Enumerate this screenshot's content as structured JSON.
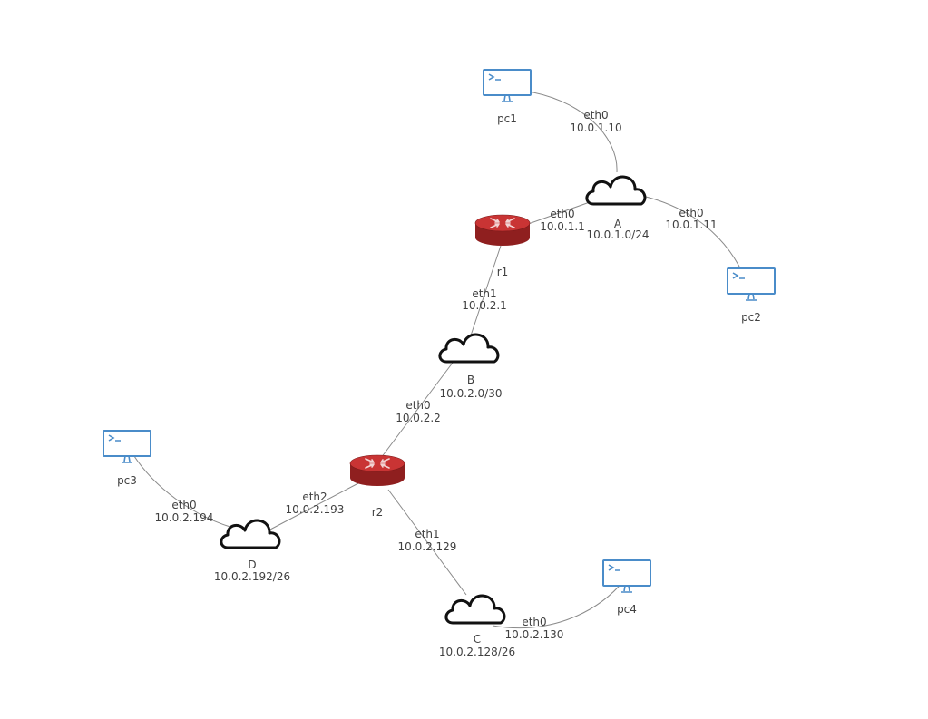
{
  "colors": {
    "router": "#b02a2a",
    "router_top": "#c93434",
    "router_side": "#8f1f1f",
    "pc": "#4a8cc9",
    "cloud_stroke": "#111111",
    "link": "#8a8a8a",
    "text": "#404040"
  },
  "routers": {
    "r1": {
      "name": "r1",
      "icon": "router-icon"
    },
    "r2": {
      "name": "r2",
      "icon": "router-icon"
    }
  },
  "pcs": {
    "pc1": {
      "name": "pc1",
      "icon": "terminal-monitor-icon"
    },
    "pc2": {
      "name": "pc2",
      "icon": "terminal-monitor-icon"
    },
    "pc3": {
      "name": "pc3",
      "icon": "terminal-monitor-icon"
    },
    "pc4": {
      "name": "pc4",
      "icon": "terminal-monitor-icon"
    }
  },
  "networks": {
    "A": {
      "name": "A",
      "subnet": "10.0.1.0/24",
      "icon": "cloud-icon"
    },
    "B": {
      "name": "B",
      "subnet": "10.0.2.0/30",
      "icon": "cloud-icon"
    },
    "C": {
      "name": "C",
      "subnet": "10.0.2.128/26",
      "icon": "cloud-icon"
    },
    "D": {
      "name": "D",
      "subnet": "10.0.2.192/26",
      "icon": "cloud-icon"
    }
  },
  "interfaces": {
    "pc1_eth0": {
      "name": "eth0",
      "ip": "10.0.1.10"
    },
    "pc2_eth0": {
      "name": "eth0",
      "ip": "10.0.1.11"
    },
    "r1_eth0": {
      "name": "eth0",
      "ip": "10.0.1.1"
    },
    "r1_eth1": {
      "name": "eth1",
      "ip": "10.0.2.1"
    },
    "r2_eth0": {
      "name": "eth0",
      "ip": "10.0.2.2"
    },
    "r2_eth1": {
      "name": "eth1",
      "ip": "10.0.2.129"
    },
    "r2_eth2": {
      "name": "eth2",
      "ip": "10.0.2.193"
    },
    "pc3_eth0": {
      "name": "eth0",
      "ip": "10.0.2.194"
    },
    "pc4_eth0": {
      "name": "eth0",
      "ip": "10.0.2.130"
    }
  }
}
